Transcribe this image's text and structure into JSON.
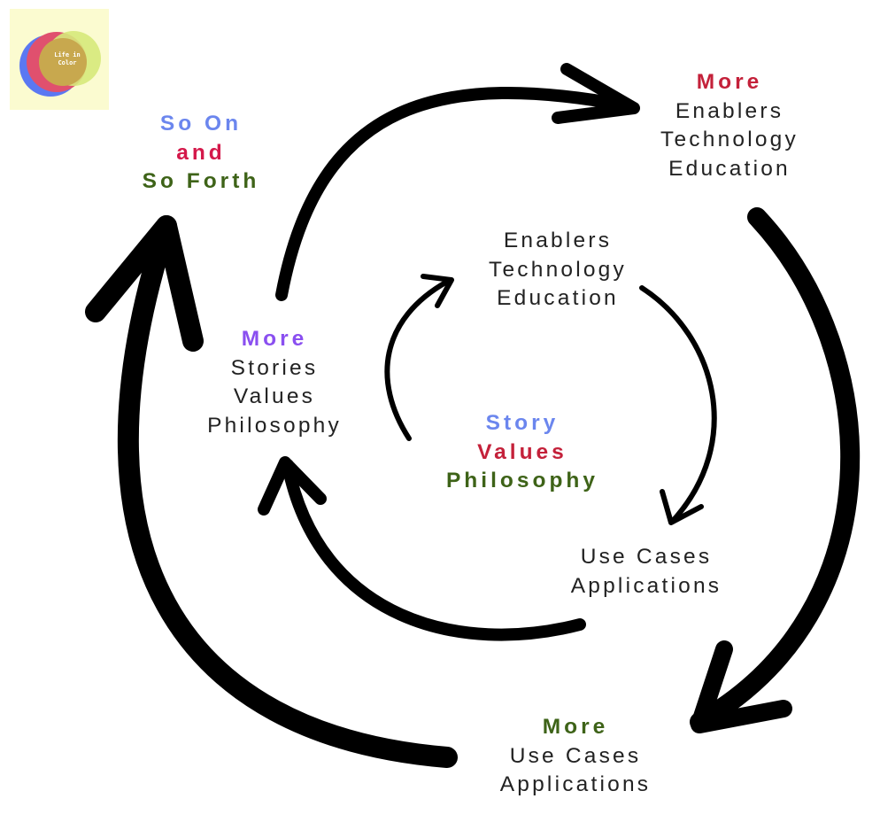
{
  "logo": {
    "lines": [
      "Life in",
      "Color"
    ],
    "colors": {
      "bg": "#fbfbd0",
      "blue": "#5b78f2",
      "pink": "#e0506e",
      "gold": "#c8a84e",
      "lime": "#d6e97a"
    }
  },
  "nodes": {
    "center": {
      "line1": "Story",
      "line2": "Values",
      "line3": "Philosophy"
    },
    "inner_enablers": {
      "line1": "Enablers",
      "line2": "Technology",
      "line3": "Education"
    },
    "inner_use_cases": {
      "line1": "Use Cases",
      "line2": "Applications"
    },
    "more_stories": {
      "more": "More",
      "line1": "Stories",
      "line2": "Values",
      "line3": "Philosophy"
    },
    "more_enablers": {
      "more": "More",
      "line1": "Enablers",
      "line2": "Technology",
      "line3": "Education"
    },
    "more_use_cases": {
      "more": "More",
      "line1": "Use Cases",
      "line2": "Applications"
    },
    "so_on": {
      "line1": "So On",
      "line2": "and",
      "line3": "So Forth"
    }
  },
  "colors": {
    "blue": "#6b86ee",
    "red": "#c4213a",
    "crimson": "#d4184a",
    "green": "#3e6318",
    "purple": "#8a4ff0",
    "text": "#222222",
    "arrow": "#000000"
  }
}
